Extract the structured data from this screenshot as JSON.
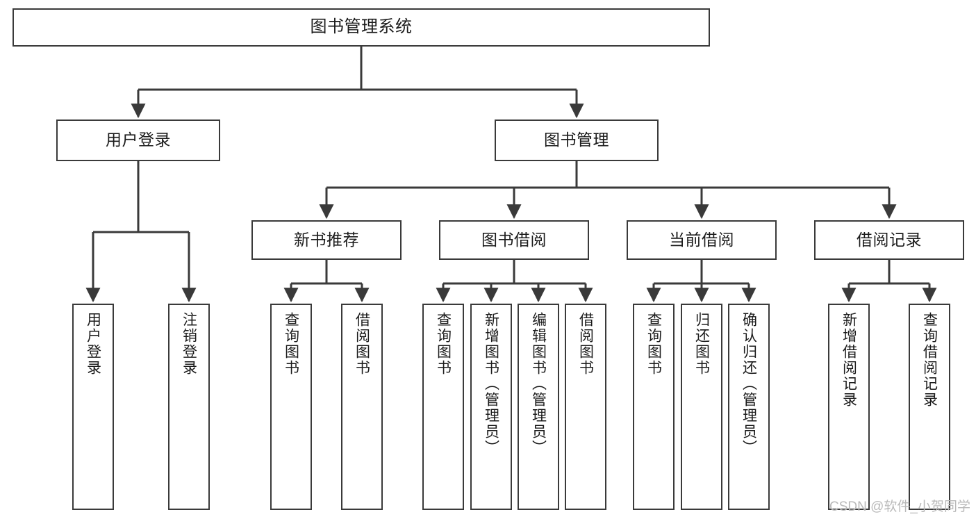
{
  "diagram": {
    "title": "图书管理系统",
    "type": "tree-hierarchy-diagram",
    "watermark": "CSDN @软件_小贺同学",
    "colors": {
      "box_border": "#3a3a3a",
      "box_fill": "#ffffff",
      "connector": "#3a3a3a",
      "text": "#1b1b1b",
      "watermark": "#b9b9b9",
      "background": "#ffffff"
    },
    "nodes": {
      "root": {
        "label": "图书管理系统"
      },
      "level2": [
        {
          "id": "user-login",
          "label": "用户登录"
        },
        {
          "id": "book-management",
          "label": "图书管理"
        }
      ],
      "level3": [
        {
          "id": "new-book-recommend",
          "label": "新书推荐"
        },
        {
          "id": "book-borrow",
          "label": "图书借阅"
        },
        {
          "id": "current-borrow",
          "label": "当前借阅"
        },
        {
          "id": "borrow-record",
          "label": "借阅记录"
        }
      ],
      "leaves": {
        "user-login": [
          {
            "id": "leaf-user-login",
            "label": "用户登录"
          },
          {
            "id": "leaf-logout",
            "label": "注销登录"
          }
        ],
        "new-book-recommend": [
          {
            "id": "leaf-query-book-1",
            "label": "查询图书"
          },
          {
            "id": "leaf-borrow-book-1",
            "label": "借阅图书"
          }
        ],
        "book-borrow": [
          {
            "id": "leaf-query-book-2",
            "label": "查询图书"
          },
          {
            "id": "leaf-add-book",
            "label": "新增图书（管理员）"
          },
          {
            "id": "leaf-edit-book",
            "label": "编辑图书（管理员）"
          },
          {
            "id": "leaf-borrow-book-2",
            "label": "借阅图书"
          }
        ],
        "current-borrow": [
          {
            "id": "leaf-query-book-3",
            "label": "查询图书"
          },
          {
            "id": "leaf-return-book",
            "label": "归还图书"
          },
          {
            "id": "leaf-confirm-return",
            "label": "确认归还（管理员）"
          }
        ],
        "borrow-record": [
          {
            "id": "leaf-add-record",
            "label": "新增借阅记录"
          },
          {
            "id": "leaf-query-record",
            "label": "查询借阅记录"
          }
        ]
      }
    }
  }
}
